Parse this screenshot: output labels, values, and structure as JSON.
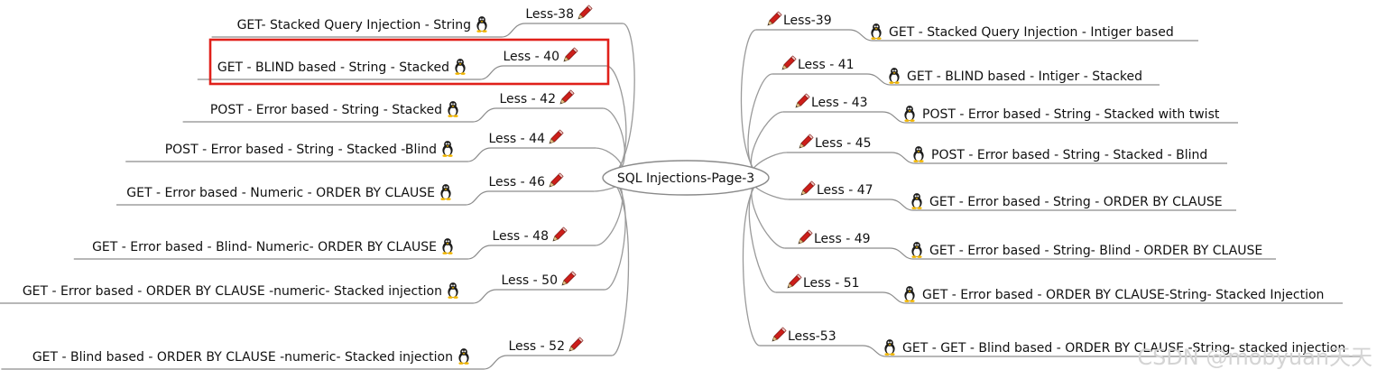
{
  "root": {
    "label": "SQL Injections-Page-3"
  },
  "highlight_color": "#e0201a",
  "left_branches": [
    {
      "less": "Less-38",
      "title": "GET- Stacked Query Injection - String"
    },
    {
      "less": "Less - 40",
      "title": "GET - BLIND based - String - Stacked",
      "highlighted": true
    },
    {
      "less": "Less - 42",
      "title": "POST - Error based - String - Stacked"
    },
    {
      "less": "Less - 44",
      "title": "POST - Error based - String - Stacked -Blind"
    },
    {
      "less": "Less - 46",
      "title": "GET - Error based - Numeric - ORDER BY CLAUSE"
    },
    {
      "less": "Less - 48",
      "title": "GET - Error based - Blind- Numeric- ORDER BY CLAUSE"
    },
    {
      "less": "Less - 50",
      "title": "GET - Error based - ORDER BY CLAUSE -numeric- Stacked injection"
    },
    {
      "less": "Less - 52",
      "title": "GET - Blind based - ORDER BY CLAUSE -numeric- Stacked injection"
    }
  ],
  "right_branches": [
    {
      "less": "Less-39",
      "title": "GET -  Stacked Query Injection - Intiger based"
    },
    {
      "less": "Less - 41",
      "title": "GET - BLIND based - Intiger - Stacked"
    },
    {
      "less": "Less - 43",
      "title": "POST - Error based - String - Stacked with twist"
    },
    {
      "less": "Less - 45",
      "title": "POST - Error based - String - Stacked - Blind"
    },
    {
      "less": "Less - 47",
      "title": "GET - Error based - String - ORDER BY CLAUSE"
    },
    {
      "less": "Less - 49",
      "title": "GET - Error based - String- Blind - ORDER BY CLAUSE"
    },
    {
      "less": "Less - 51",
      "title": "GET - Error based - ORDER BY CLAUSE-String- Stacked Injection"
    },
    {
      "less": "Less-53",
      "title": "GET - GET - Blind based - ORDER BY CLAUSE -String- stacked injection"
    }
  ],
  "icons": {
    "branch": "pencil-icon",
    "leaf": "tux-penguin-icon"
  },
  "watermark": "CSDN @mobyuan天天"
}
